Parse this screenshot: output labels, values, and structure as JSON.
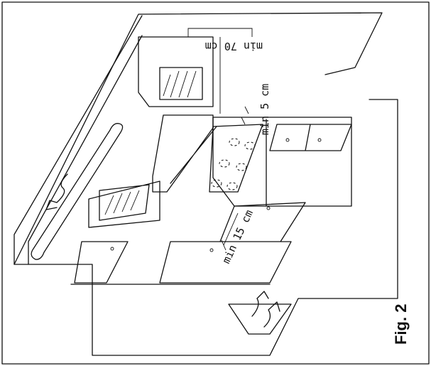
{
  "figure": {
    "label": "Fig. 2",
    "dimensions": {
      "top_clearance": "min 70 cm",
      "side_clearance_upper": "min 5 cm",
      "side_clearance_lower": "min 15 cm"
    }
  }
}
